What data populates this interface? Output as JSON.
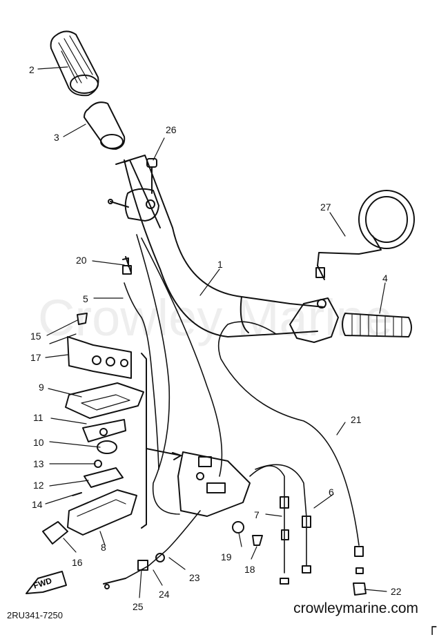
{
  "diagram": {
    "part_labels": [
      "1",
      "2",
      "3",
      "4",
      "5",
      "6",
      "7",
      "8",
      "9",
      "10",
      "11",
      "12",
      "13",
      "14",
      "15",
      "16",
      "17",
      "18",
      "19",
      "20",
      "21",
      "22",
      "23",
      "24",
      "25",
      "26",
      "27"
    ],
    "diagram_code": "2RU341-7250",
    "watermark": "Crowley Marine",
    "site": "crowleymarine.com",
    "fwd_label": "FWD",
    "corner_glyph": "┌"
  }
}
